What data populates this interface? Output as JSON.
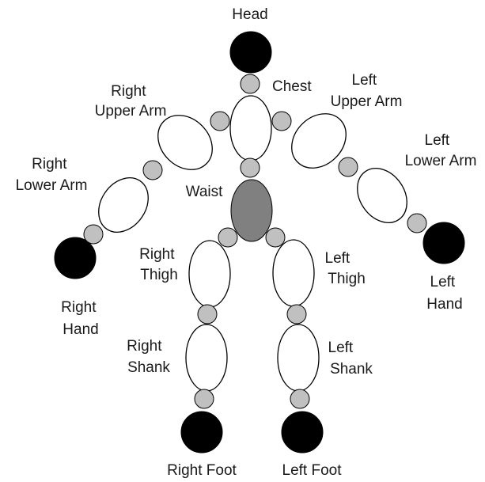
{
  "colors": {
    "background": "#ffffff",
    "outline": "#000000",
    "joint_fill": "#c0c0c0",
    "extremity_fill": "#000000",
    "waist_fill": "#808080",
    "bone_fill": "#ffffff",
    "label_text": "#1a1a1a"
  },
  "labels": {
    "head": "Head",
    "chest": "Chest",
    "right_upper_arm": [
      "Right",
      "Upper Arm"
    ],
    "left_upper_arm": [
      "Left",
      "Upper Arm"
    ],
    "right_lower_arm": [
      "Right",
      "Lower Arm"
    ],
    "left_lower_arm": [
      "Left",
      "Lower Arm"
    ],
    "waist": "Waist",
    "right_hand": [
      "Right",
      "Hand"
    ],
    "left_hand": [
      "Left",
      "Hand"
    ],
    "right_thigh": [
      "Right",
      "Thigh"
    ],
    "left_thigh": [
      "Left",
      "Thigh"
    ],
    "right_shank": [
      "Right",
      "Shank"
    ],
    "left_shank": [
      "Left",
      "Shank"
    ],
    "right_foot": "Right Foot",
    "left_foot": "Left Foot"
  }
}
